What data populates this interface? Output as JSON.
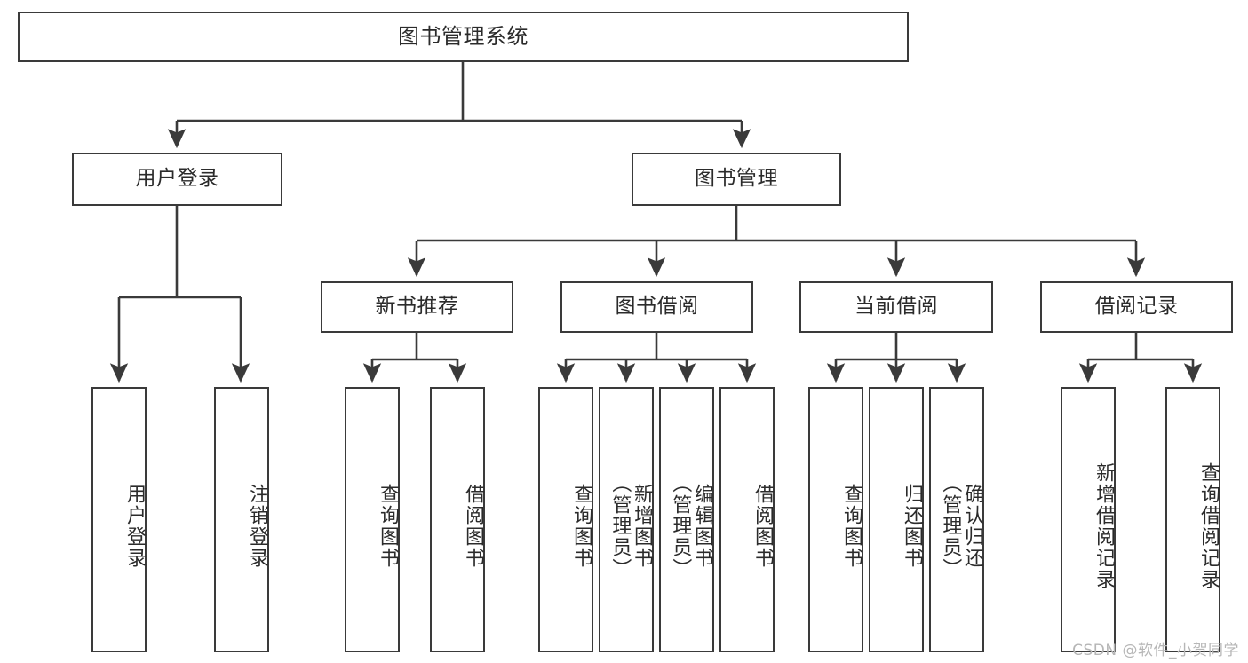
{
  "diagram": {
    "title": "图书管理系统",
    "type": "tree",
    "watermark": "CSDN @软件_小贺同学",
    "line_color": "#3a3a3a",
    "text_color": "#2b2b2b",
    "background_color": "#ffffff"
  },
  "nodes": {
    "root": {
      "label": "图书管理系统",
      "level": 1
    },
    "login": {
      "label": "用户登录",
      "level": 2
    },
    "book_mgmt": {
      "label": "图书管理",
      "level": 2
    },
    "new_book_rec": {
      "label": "新书推荐",
      "level": 3
    },
    "book_borrow": {
      "label": "图书借阅",
      "level": 3
    },
    "current_borrow": {
      "label": "当前借阅",
      "level": 3
    },
    "borrow_record": {
      "label": "借阅记录",
      "level": 3
    }
  },
  "leaves": {
    "login": [
      {
        "label": "用户登录"
      },
      {
        "label": "注销登录"
      }
    ],
    "new_book_rec": [
      {
        "label": "查询图书"
      },
      {
        "label": "借阅图书"
      }
    ],
    "book_borrow": [
      {
        "label": "查询图书"
      },
      {
        "label": "新增图书\n（管理员）"
      },
      {
        "label": "编辑图书\n（管理员）"
      },
      {
        "label": "借阅图书"
      }
    ],
    "current_borrow": [
      {
        "label": "查询图书"
      },
      {
        "label": "归还图书"
      },
      {
        "label": "确认归还\n（管理员）"
      }
    ],
    "borrow_record": [
      {
        "label": "新增借阅记录"
      },
      {
        "label": "查询借阅记录"
      }
    ]
  }
}
